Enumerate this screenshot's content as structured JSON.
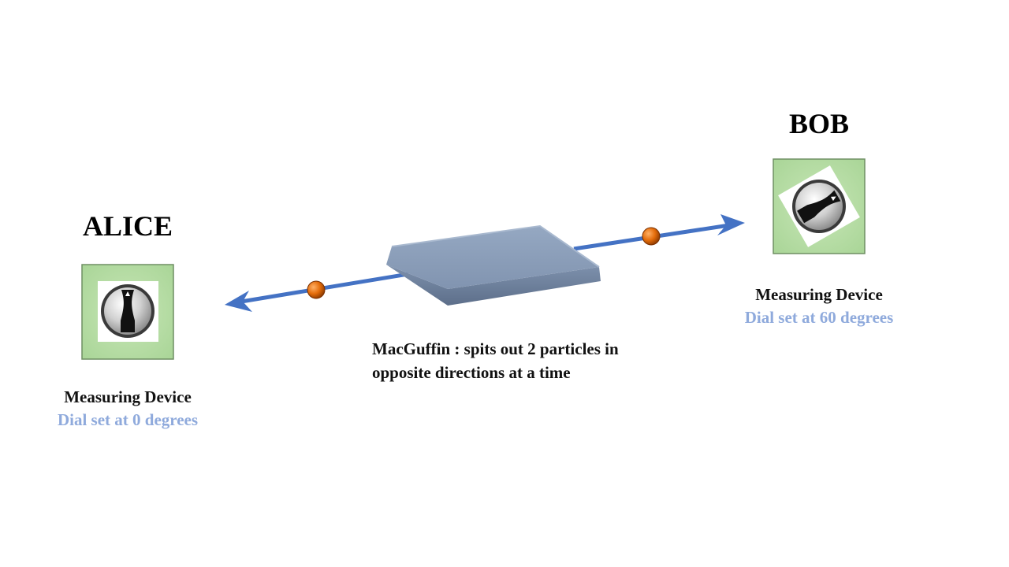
{
  "alice": {
    "name": "ALICE",
    "device_label": "Measuring Device",
    "device_setting": "Dial set at 0 degrees",
    "dial_icon": "dial-knob-icon",
    "dial_angle_degrees": 0
  },
  "bob": {
    "name": "BOB",
    "device_label": "Measuring Device",
    "device_setting": "Dial set at 60 degrees",
    "dial_icon": "dial-knob-icon",
    "dial_angle_degrees": 60
  },
  "source": {
    "caption_line1": "MacGuffin : spits out 2 particles in",
    "caption_line2": "opposite directions at a time"
  },
  "colors": {
    "device_frame": "#a9d597",
    "arrow": "#4472c4",
    "particle": "#e46c0a",
    "macguffin": "#8497b0",
    "setting_text": "#8faadc"
  }
}
